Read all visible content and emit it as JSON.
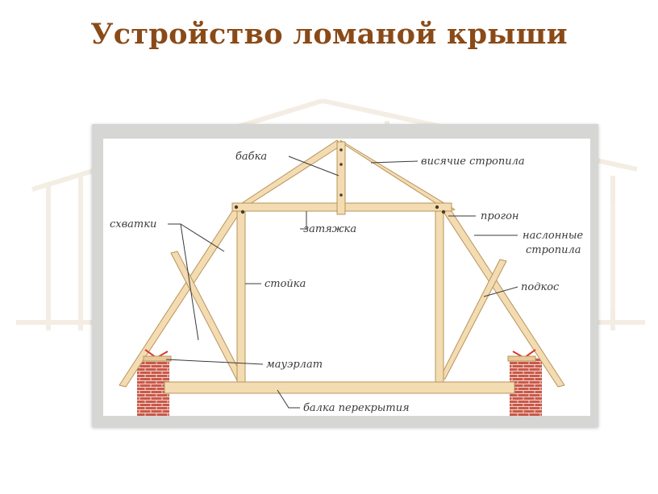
{
  "title": "Устройство ломаной крыши",
  "labels": {
    "babka": "бабка",
    "visyachie": "висячие стропила",
    "skhvatki": "схватки",
    "zatyazhka": "затяжка",
    "progon": "прогон",
    "naslonnye_1": "наслонные",
    "naslonnye_2": "стропила",
    "stoyka": "стойка",
    "podkos": "подкос",
    "mauerlat": "мауэрлат",
    "balka": "балка перекрытия"
  },
  "colors": {
    "title": "#8a4a17",
    "timber_fill": "#f3dcb2",
    "timber_stroke": "#b8935a",
    "brick": "#c9594a",
    "bracket": "#d93a2a",
    "leader": "#3a3a3a"
  }
}
